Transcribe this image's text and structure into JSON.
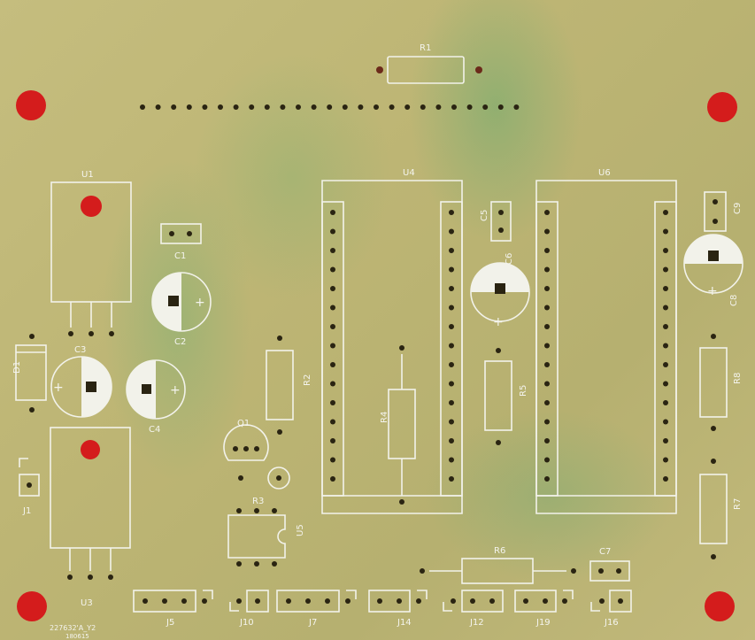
{
  "labels": {
    "r1": "R1",
    "u1": "U1",
    "u3": "U3",
    "u4": "U4",
    "u6": "U6",
    "c1": "C1",
    "c2": "C2",
    "c3": "C3",
    "c4": "C4",
    "c5": "C5",
    "c6": "C6",
    "c7": "C7",
    "c8": "C8",
    "c9": "C9",
    "d1": "D1",
    "q1": "Q1",
    "r2": "R2",
    "r3": "R3",
    "r4": "R4",
    "r5": "R5",
    "r6": "R6",
    "r7": "R7",
    "r8": "R8",
    "u5": "U5",
    "j1": "J1",
    "j5": "J5",
    "j7": "J7",
    "j10": "J10",
    "j12": "J12",
    "j14": "J14",
    "j16": "J16",
    "j19": "J19",
    "plus": "+",
    "board_id_line1": "227632'A_Y2",
    "board_id_line2": "180615"
  },
  "colors": {
    "board": "#bdb574",
    "silkscreen": "#f2f2ea",
    "mounting_hole": "#d41c1c",
    "drill": "#2a2412"
  }
}
